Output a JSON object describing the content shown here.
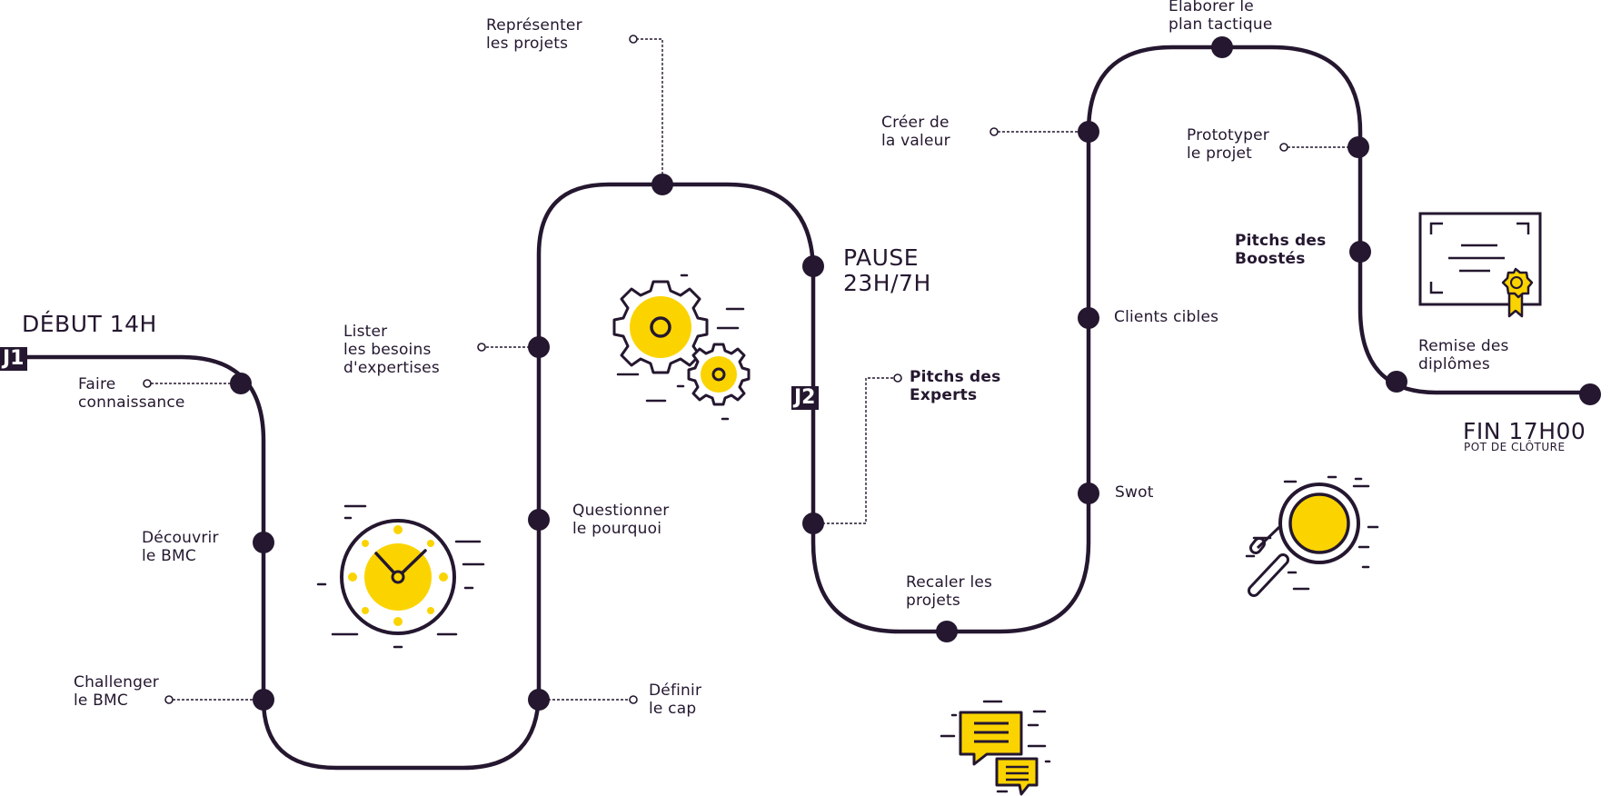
{
  "colors": {
    "ink": "#24172f",
    "accent": "#fbd400",
    "background": "#ffffff"
  },
  "start": {
    "title": "DÉBUT 14H",
    "day": "J1"
  },
  "pause": {
    "line1": "PAUSE",
    "line2": "23H/7H",
    "day": "J2"
  },
  "end": {
    "title": "FIN 17H00",
    "subtitle": "POT DE CLÔTURE"
  },
  "steps": {
    "faire_connaissance": [
      "Faire",
      "connaissance"
    ],
    "decouvrir_bmc": [
      "Découvrir",
      "le BMC"
    ],
    "challenger_bmc": [
      "Challenger",
      "le BMC"
    ],
    "definir_cap": [
      "Définir",
      "le cap"
    ],
    "questionner": [
      "Questionner",
      "le pourquoi"
    ],
    "lister_besoins": [
      "Lister",
      "les besoins",
      "d'expertises"
    ],
    "representer": [
      "Représenter",
      "les projets"
    ],
    "pitchs_experts": [
      "Pitchs des",
      "Experts"
    ],
    "recaler": [
      "Recaler les",
      "projets"
    ],
    "swot": [
      "Swot"
    ],
    "clients_cibles": [
      "Clients cibles"
    ],
    "creer_valeur": [
      "Créer de",
      "la valeur"
    ],
    "elaborer": [
      "Elaborer le",
      "plan tactique"
    ],
    "prototyper": [
      "Prototyper",
      "le projet"
    ],
    "pitchs_boostes": [
      "Pitchs des",
      "Boostés"
    ],
    "remise": [
      "Remise des",
      "diplômes"
    ]
  },
  "icons": [
    "clock-icon",
    "gears-icon",
    "chat-icon",
    "magnifier-icon",
    "diploma-icon"
  ]
}
